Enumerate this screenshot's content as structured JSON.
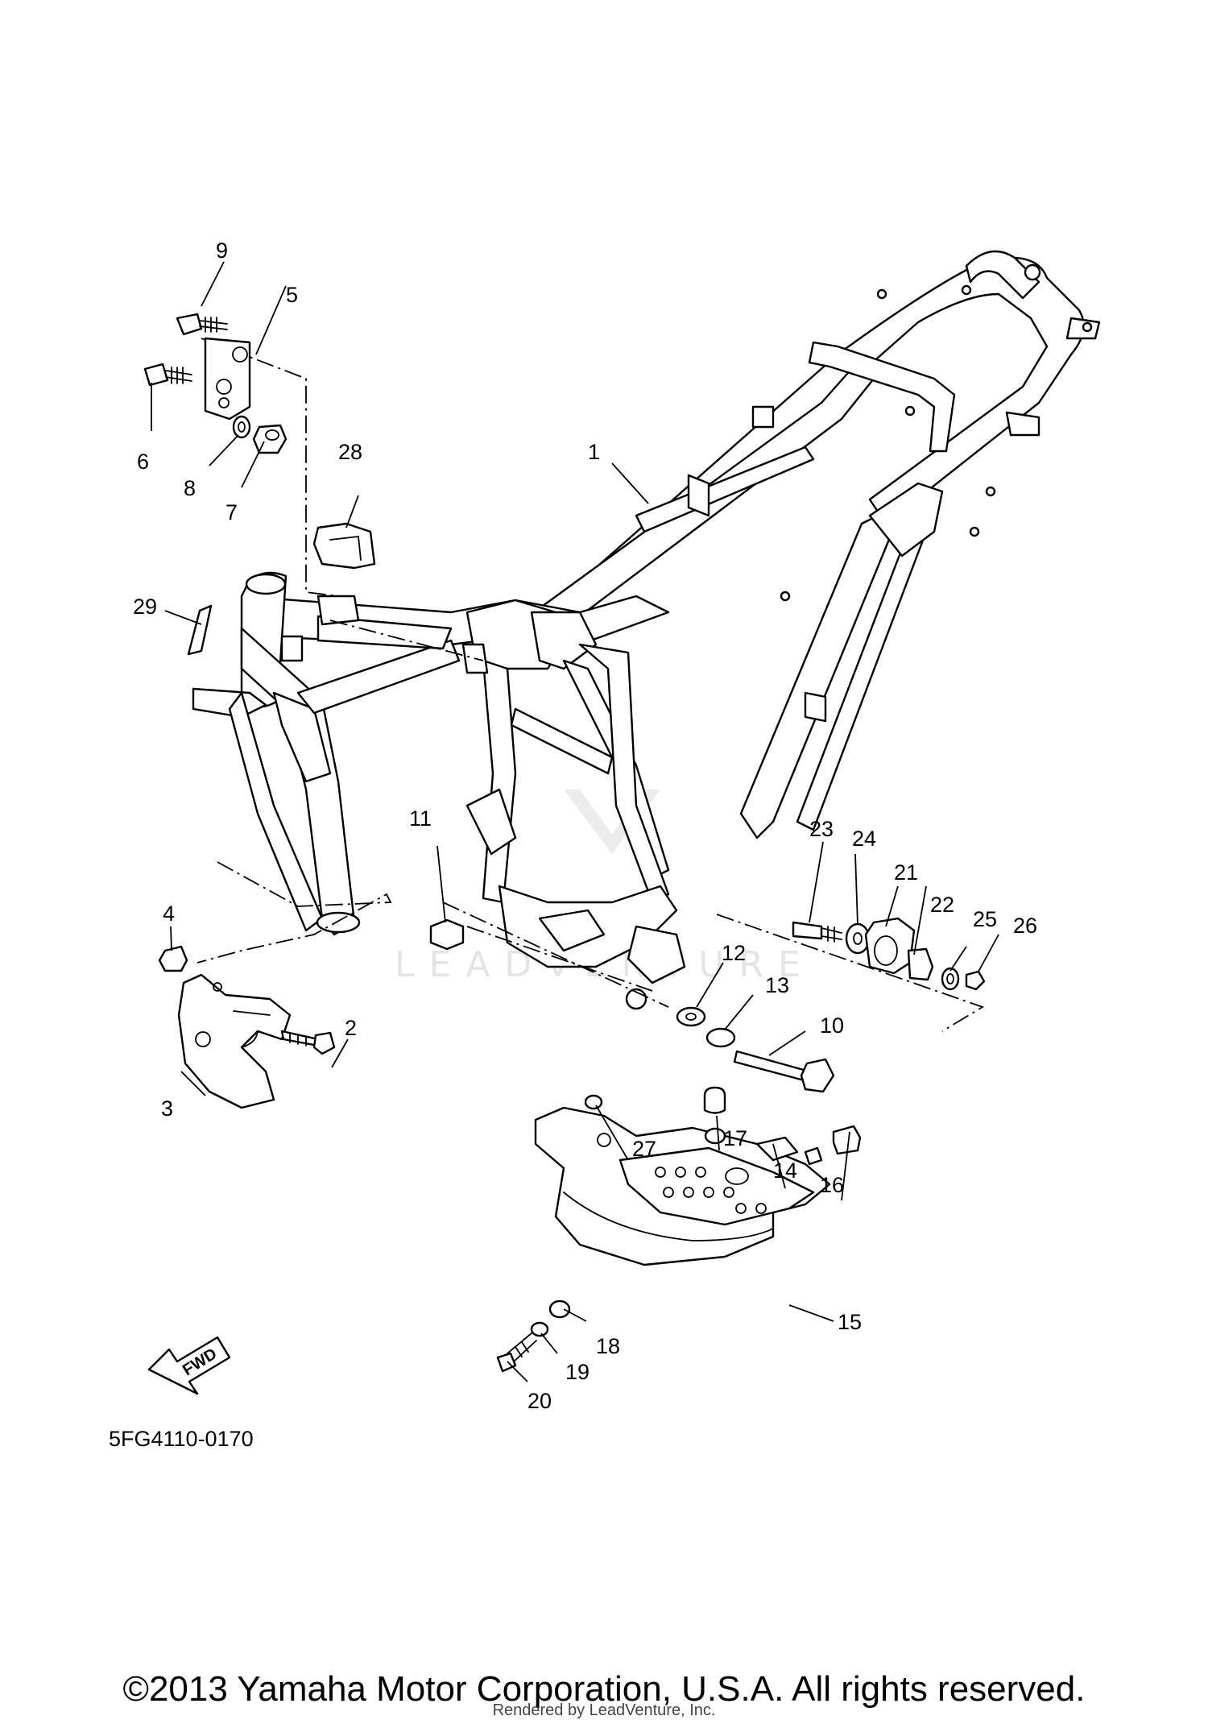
{
  "diagram": {
    "callouts": [
      {
        "id": "1",
        "label": "1"
      },
      {
        "id": "2",
        "label": "2"
      },
      {
        "id": "3",
        "label": "3"
      },
      {
        "id": "4",
        "label": "4"
      },
      {
        "id": "5",
        "label": "5"
      },
      {
        "id": "6",
        "label": "6"
      },
      {
        "id": "7",
        "label": "7"
      },
      {
        "id": "8",
        "label": "8"
      },
      {
        "id": "9",
        "label": "9"
      },
      {
        "id": "10",
        "label": "10"
      },
      {
        "id": "11",
        "label": "11"
      },
      {
        "id": "12",
        "label": "12"
      },
      {
        "id": "13",
        "label": "13"
      },
      {
        "id": "14",
        "label": "14"
      },
      {
        "id": "15",
        "label": "15"
      },
      {
        "id": "16",
        "label": "16"
      },
      {
        "id": "17",
        "label": "17"
      },
      {
        "id": "18",
        "label": "18"
      },
      {
        "id": "19",
        "label": "19"
      },
      {
        "id": "20",
        "label": "20"
      },
      {
        "id": "21",
        "label": "21"
      },
      {
        "id": "22",
        "label": "22"
      },
      {
        "id": "23",
        "label": "23"
      },
      {
        "id": "24",
        "label": "24"
      },
      {
        "id": "25",
        "label": "25"
      },
      {
        "id": "26",
        "label": "26"
      },
      {
        "id": "27",
        "label": "27"
      },
      {
        "id": "28",
        "label": "28"
      },
      {
        "id": "29",
        "label": "29"
      }
    ],
    "fwd_label": "FWD",
    "diagram_code": "5FG4110-0170",
    "watermark": "LEADVENTURE"
  },
  "footer": {
    "copyright": "©2013 Yamaha Motor Corporation, U.S.A. All rights reserved.",
    "rendered_by": "Rendered by LeadVenture, Inc."
  }
}
